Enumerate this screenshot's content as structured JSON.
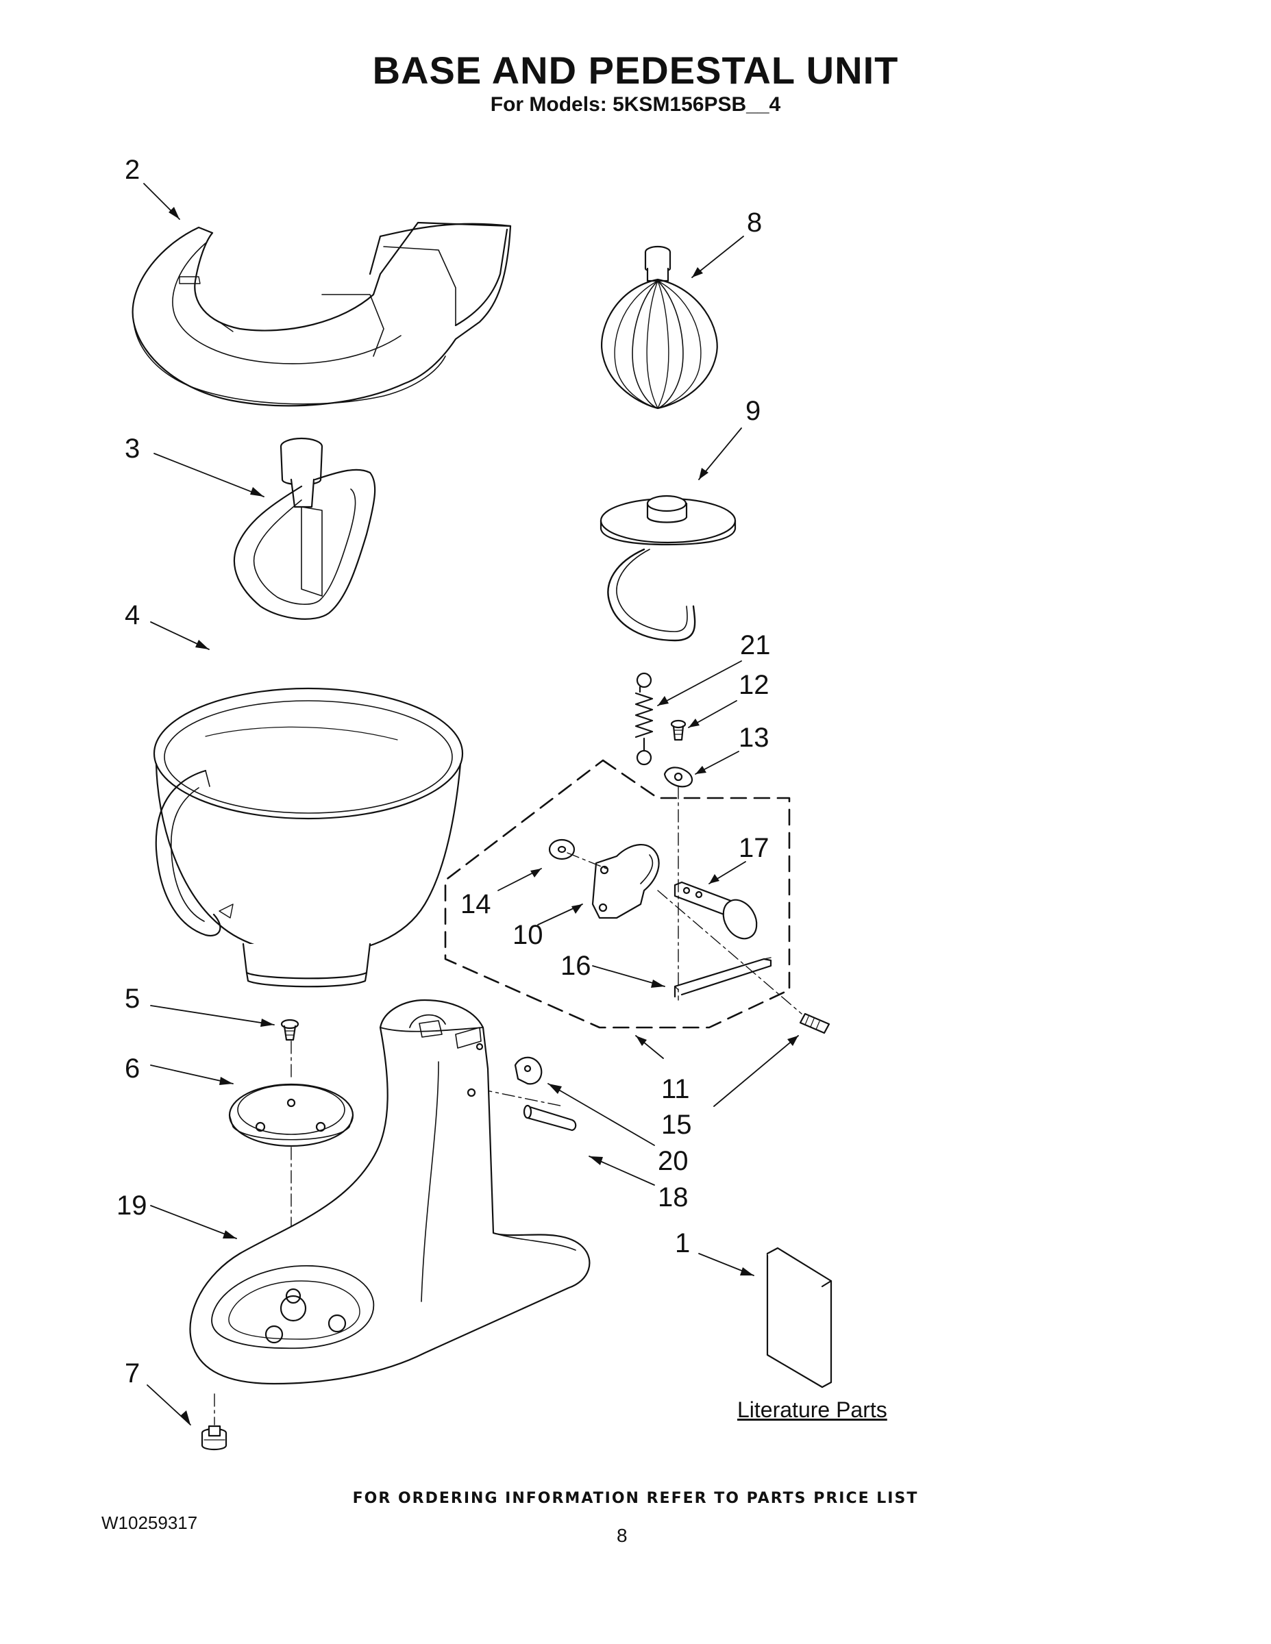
{
  "header": {
    "title": "BASE AND PEDESTAL UNIT",
    "subtitle": "For Models: 5KSM156PSB__4"
  },
  "callouts": [
    "1",
    "2",
    "3",
    "4",
    "5",
    "6",
    "7",
    "8",
    "9",
    "10",
    "11",
    "12",
    "13",
    "14",
    "15",
    "16",
    "17",
    "18",
    "19",
    "20",
    "21"
  ],
  "literature_label": "Literature Parts",
  "footer": {
    "ordering_note": "FOR ORDERING INFORMATION REFER TO PARTS PRICE LIST",
    "document_number": "W10259317",
    "page_number": "8"
  }
}
